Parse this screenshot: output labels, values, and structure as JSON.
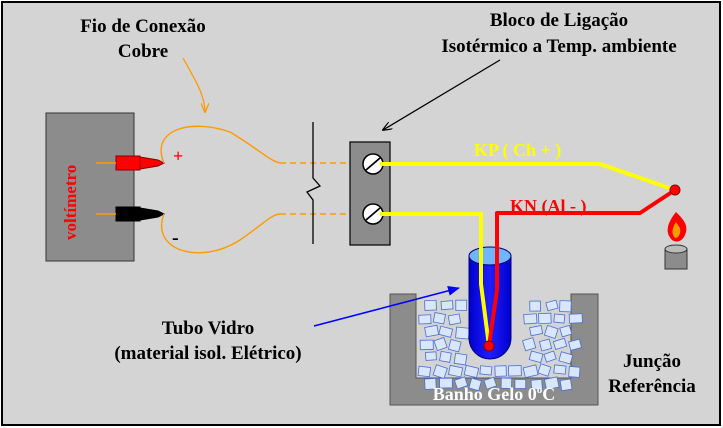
{
  "labels": {
    "wire_title_line1": "Fio de Conexão",
    "wire_title_line2": "Cobre",
    "block_title_line1": "Bloco de Ligação",
    "block_title_line2": "Isotérmico a Temp. ambiente",
    "voltmeter": "voltímetro",
    "plus": "+",
    "minus": "-",
    "kp": "KP ( Ch + )",
    "kn": "KN (Al - )",
    "tube_line1": "Tubo Vidro",
    "tube_line2": "(material isol. Elétrico)",
    "junction_line1": "Junção",
    "junction_line2": "Referência",
    "bath_main": "Banho Gelo 0",
    "bath_sup": "o",
    "bath_unit": "C"
  },
  "colors": {
    "background": "#d4d4d4",
    "frame": "#000000",
    "voltmeter_body": "#8c8c8c",
    "voltmeter_text": "#ff0000",
    "copper_wire": "#ff9900",
    "kp_wire": "#ffff00",
    "kn_wire": "#ff0000",
    "kp_label": "#ffff00",
    "kn_label": "#ff0000",
    "tube": "#0000ff",
    "bath_wall": "#8c8c8c",
    "ice": "#d8e6ff",
    "arrow_block": "#000000",
    "arrow_tube": "#0000ff"
  }
}
